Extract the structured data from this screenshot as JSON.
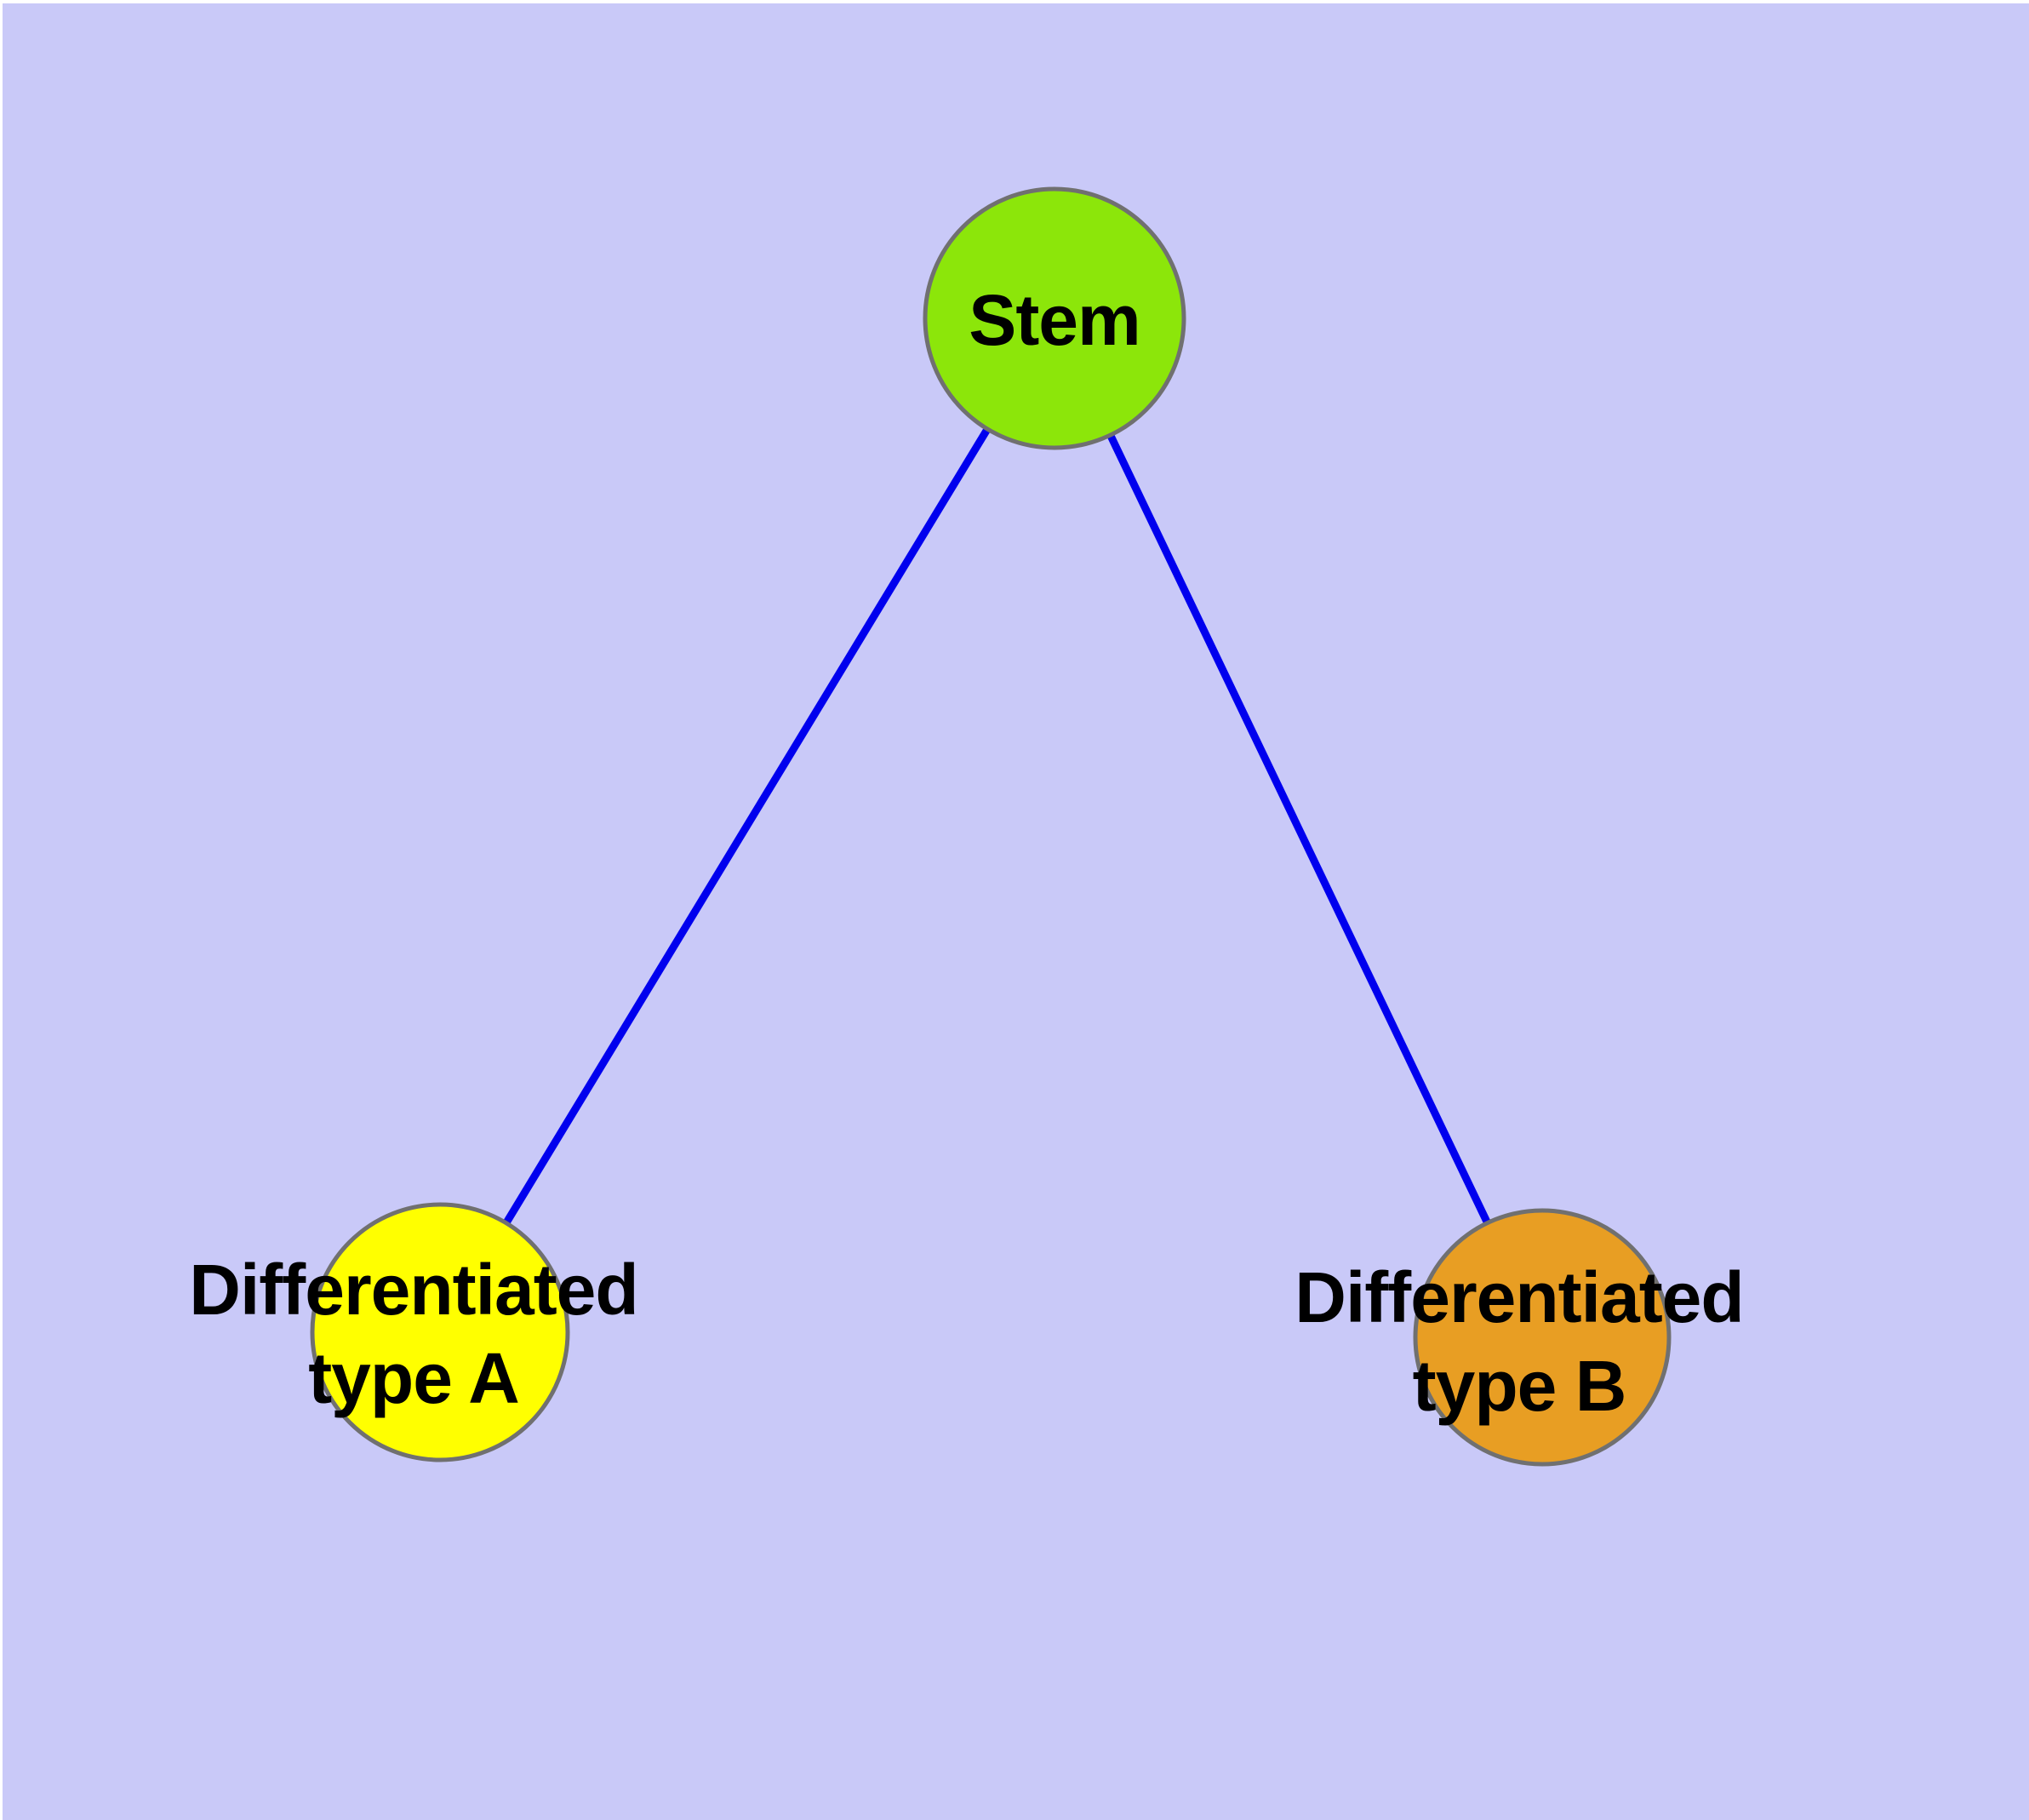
{
  "canvas": {
    "background_color": "#C9C9F8",
    "margin_color": "#FFFFFF"
  },
  "styles": {
    "edge_color": "#0000EE",
    "node_border_color": "#707070",
    "label_color": "#000000"
  },
  "nodes": [
    {
      "id": "stem",
      "label": "Stem",
      "fill": "#8CE60A"
    },
    {
      "id": "differentiated-type-a",
      "label_line1": "Differentiated",
      "label_line2": "type A",
      "fill": "#FFFF00"
    },
    {
      "id": "differentiated-type-b",
      "label_line1": "Differentiated",
      "label_line2": "type B",
      "fill": "#E89E23"
    }
  ],
  "edges": [
    {
      "from": "Stem",
      "to": "Differentiated type A"
    },
    {
      "from": "Stem",
      "to": "Differentiated type B"
    }
  ]
}
